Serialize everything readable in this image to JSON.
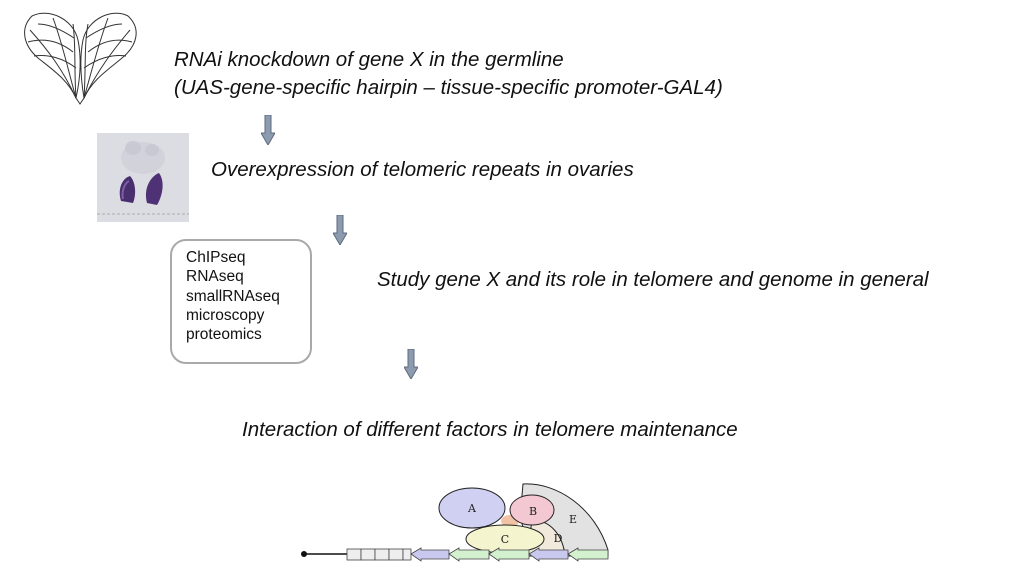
{
  "steps": {
    "step1_line1": "RNAi knockdown of gene X in the germline",
    "step1_line2": "(UAS-gene-specific hairpin – tissue-specific promoter-GAL4)",
    "step2": "Overexpression of telomeric repeats in ovaries",
    "step3": "Study gene X and its role in telomere and genome in general",
    "step4": "Interaction of different factors in telomere maintenance"
  },
  "methods": [
    "ChIPseq",
    "RNAseq",
    "smallRNAseq",
    "microscopy",
    "proteomics"
  ],
  "complex": {
    "labels": {
      "a": "A",
      "b": "B",
      "c": "C",
      "d": "D",
      "e": "E"
    }
  },
  "colors": {
    "arrow_fill": "#8d9bb0",
    "arrow_stroke": "#5f6b7d",
    "factor_a": "#cfd0f2",
    "factor_b": "#f4c8d2",
    "factor_c": "#f4f4cf",
    "factor_d": "#f1eadc",
    "factor_e": "#e2e2e2",
    "repeat_purple": "#c9c9f0",
    "repeat_green": "#d3f1cf"
  }
}
